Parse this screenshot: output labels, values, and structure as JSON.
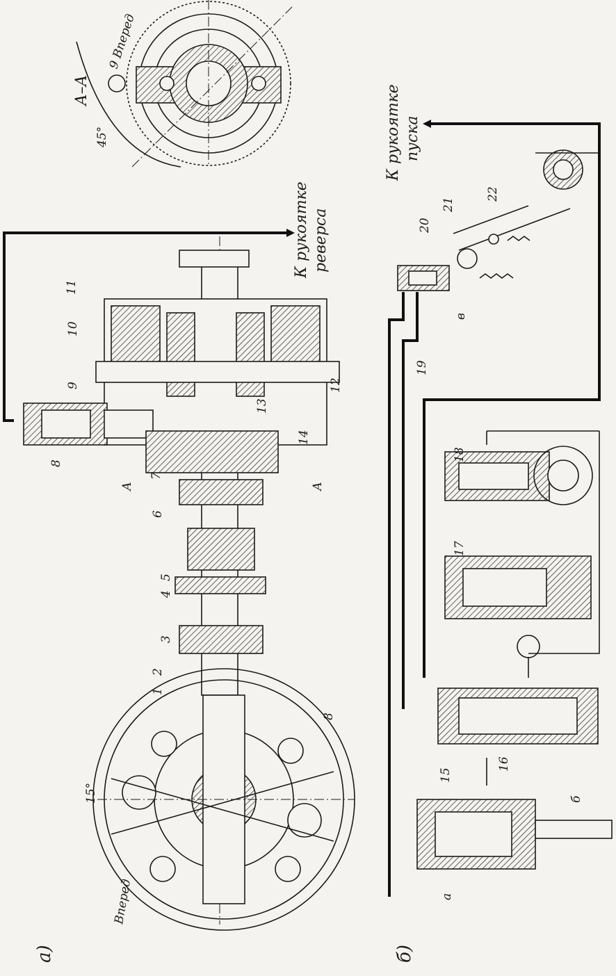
{
  "panels": {
    "a": "а)",
    "b": "б)"
  },
  "captions": {
    "reverse_handle_line1": "К рукоятке",
    "reverse_handle_line2": "реверса",
    "start_handle_line1": "К рукоятке",
    "start_handle_line2": "пуска",
    "section_mark": "А–А",
    "section_arrow": "А",
    "forward_top": "9 Вперед",
    "forward_left": "Вперед",
    "angle_15": "15°",
    "angle_45": "45°",
    "letter_v": "в",
    "letter_a": "а",
    "letter_b": "б"
  },
  "part_numbers": [
    "1",
    "2",
    "3",
    "4",
    "5",
    "6",
    "7",
    "8",
    "9",
    "10",
    "11",
    "12",
    "13",
    "14",
    "15",
    "16",
    "17",
    "18",
    "19",
    "20",
    "21",
    "22"
  ]
}
